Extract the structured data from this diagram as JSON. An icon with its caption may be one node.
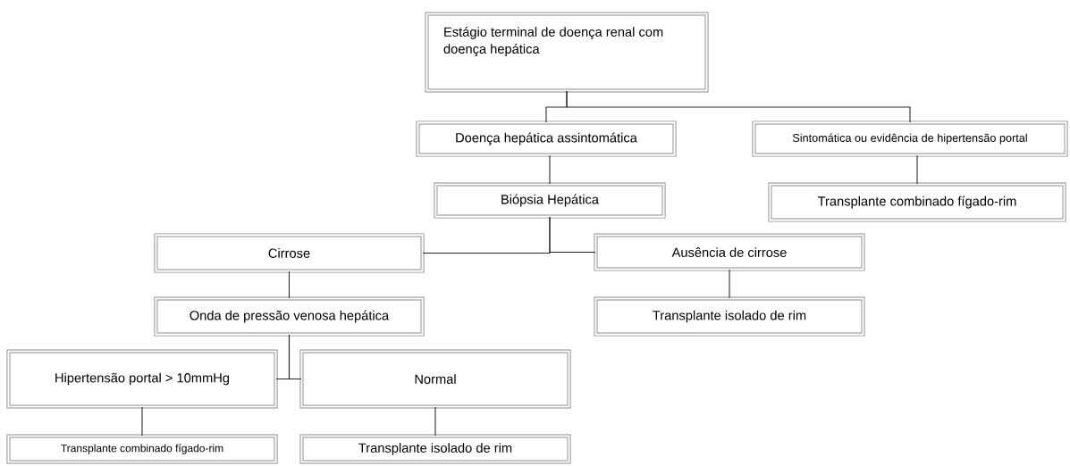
{
  "diagram": {
    "nodes": [
      {
        "text": [
          "Estágio terminal de doença renal com doença hepática"
        ]
      },
      {
        "text": [
          "Doença hepática assintomática"
        ]
      },
      {
        "text": [
          "Sintomática ou evidência de hipertensão portal"
        ]
      },
      {
        "text": [
          "Biópsia Hepática"
        ]
      },
      {
        "text": [
          "Transplante combinado fígado-rim"
        ]
      },
      {
        "text": [
          "Cirrose"
        ]
      },
      {
        "text": [
          "Ausência de cirrose"
        ]
      },
      {
        "text": [
          "Onda de pressão venosa hepática"
        ]
      },
      {
        "text": [
          "Transplante isolado de rim"
        ]
      },
      {
        "text": [
          "Hipertensão portal > 10mmHg"
        ]
      },
      {
        "text": [
          "Normal"
        ]
      },
      {
        "text": [
          "Transplante combinado fígado-rim"
        ]
      },
      {
        "text": [
          "Transplante isolado de rim"
        ]
      }
    ],
    "edges": [
      {
        "from": 0,
        "to": 1,
        "arrow": "none"
      },
      {
        "from": 0,
        "to": 2,
        "arrow": "none"
      },
      {
        "from": 1,
        "to": 3,
        "arrow": "none"
      },
      {
        "from": 2,
        "to": 4,
        "arrow": "none"
      },
      {
        "from": 3,
        "to": 5,
        "arrow": "none"
      },
      {
        "from": 3,
        "to": 6,
        "arrow": "none"
      },
      {
        "from": 5,
        "to": 7,
        "arrow": "none"
      },
      {
        "from": 6,
        "to": 8,
        "arrow": "none"
      },
      {
        "from": 7,
        "to": 9,
        "arrow": "none"
      },
      {
        "from": 7,
        "to": 10,
        "arrow": "none"
      },
      {
        "from": 9,
        "to": 11,
        "arrow": "none"
      },
      {
        "from": 10,
        "to": 12,
        "arrow": "none"
      }
    ]
  }
}
